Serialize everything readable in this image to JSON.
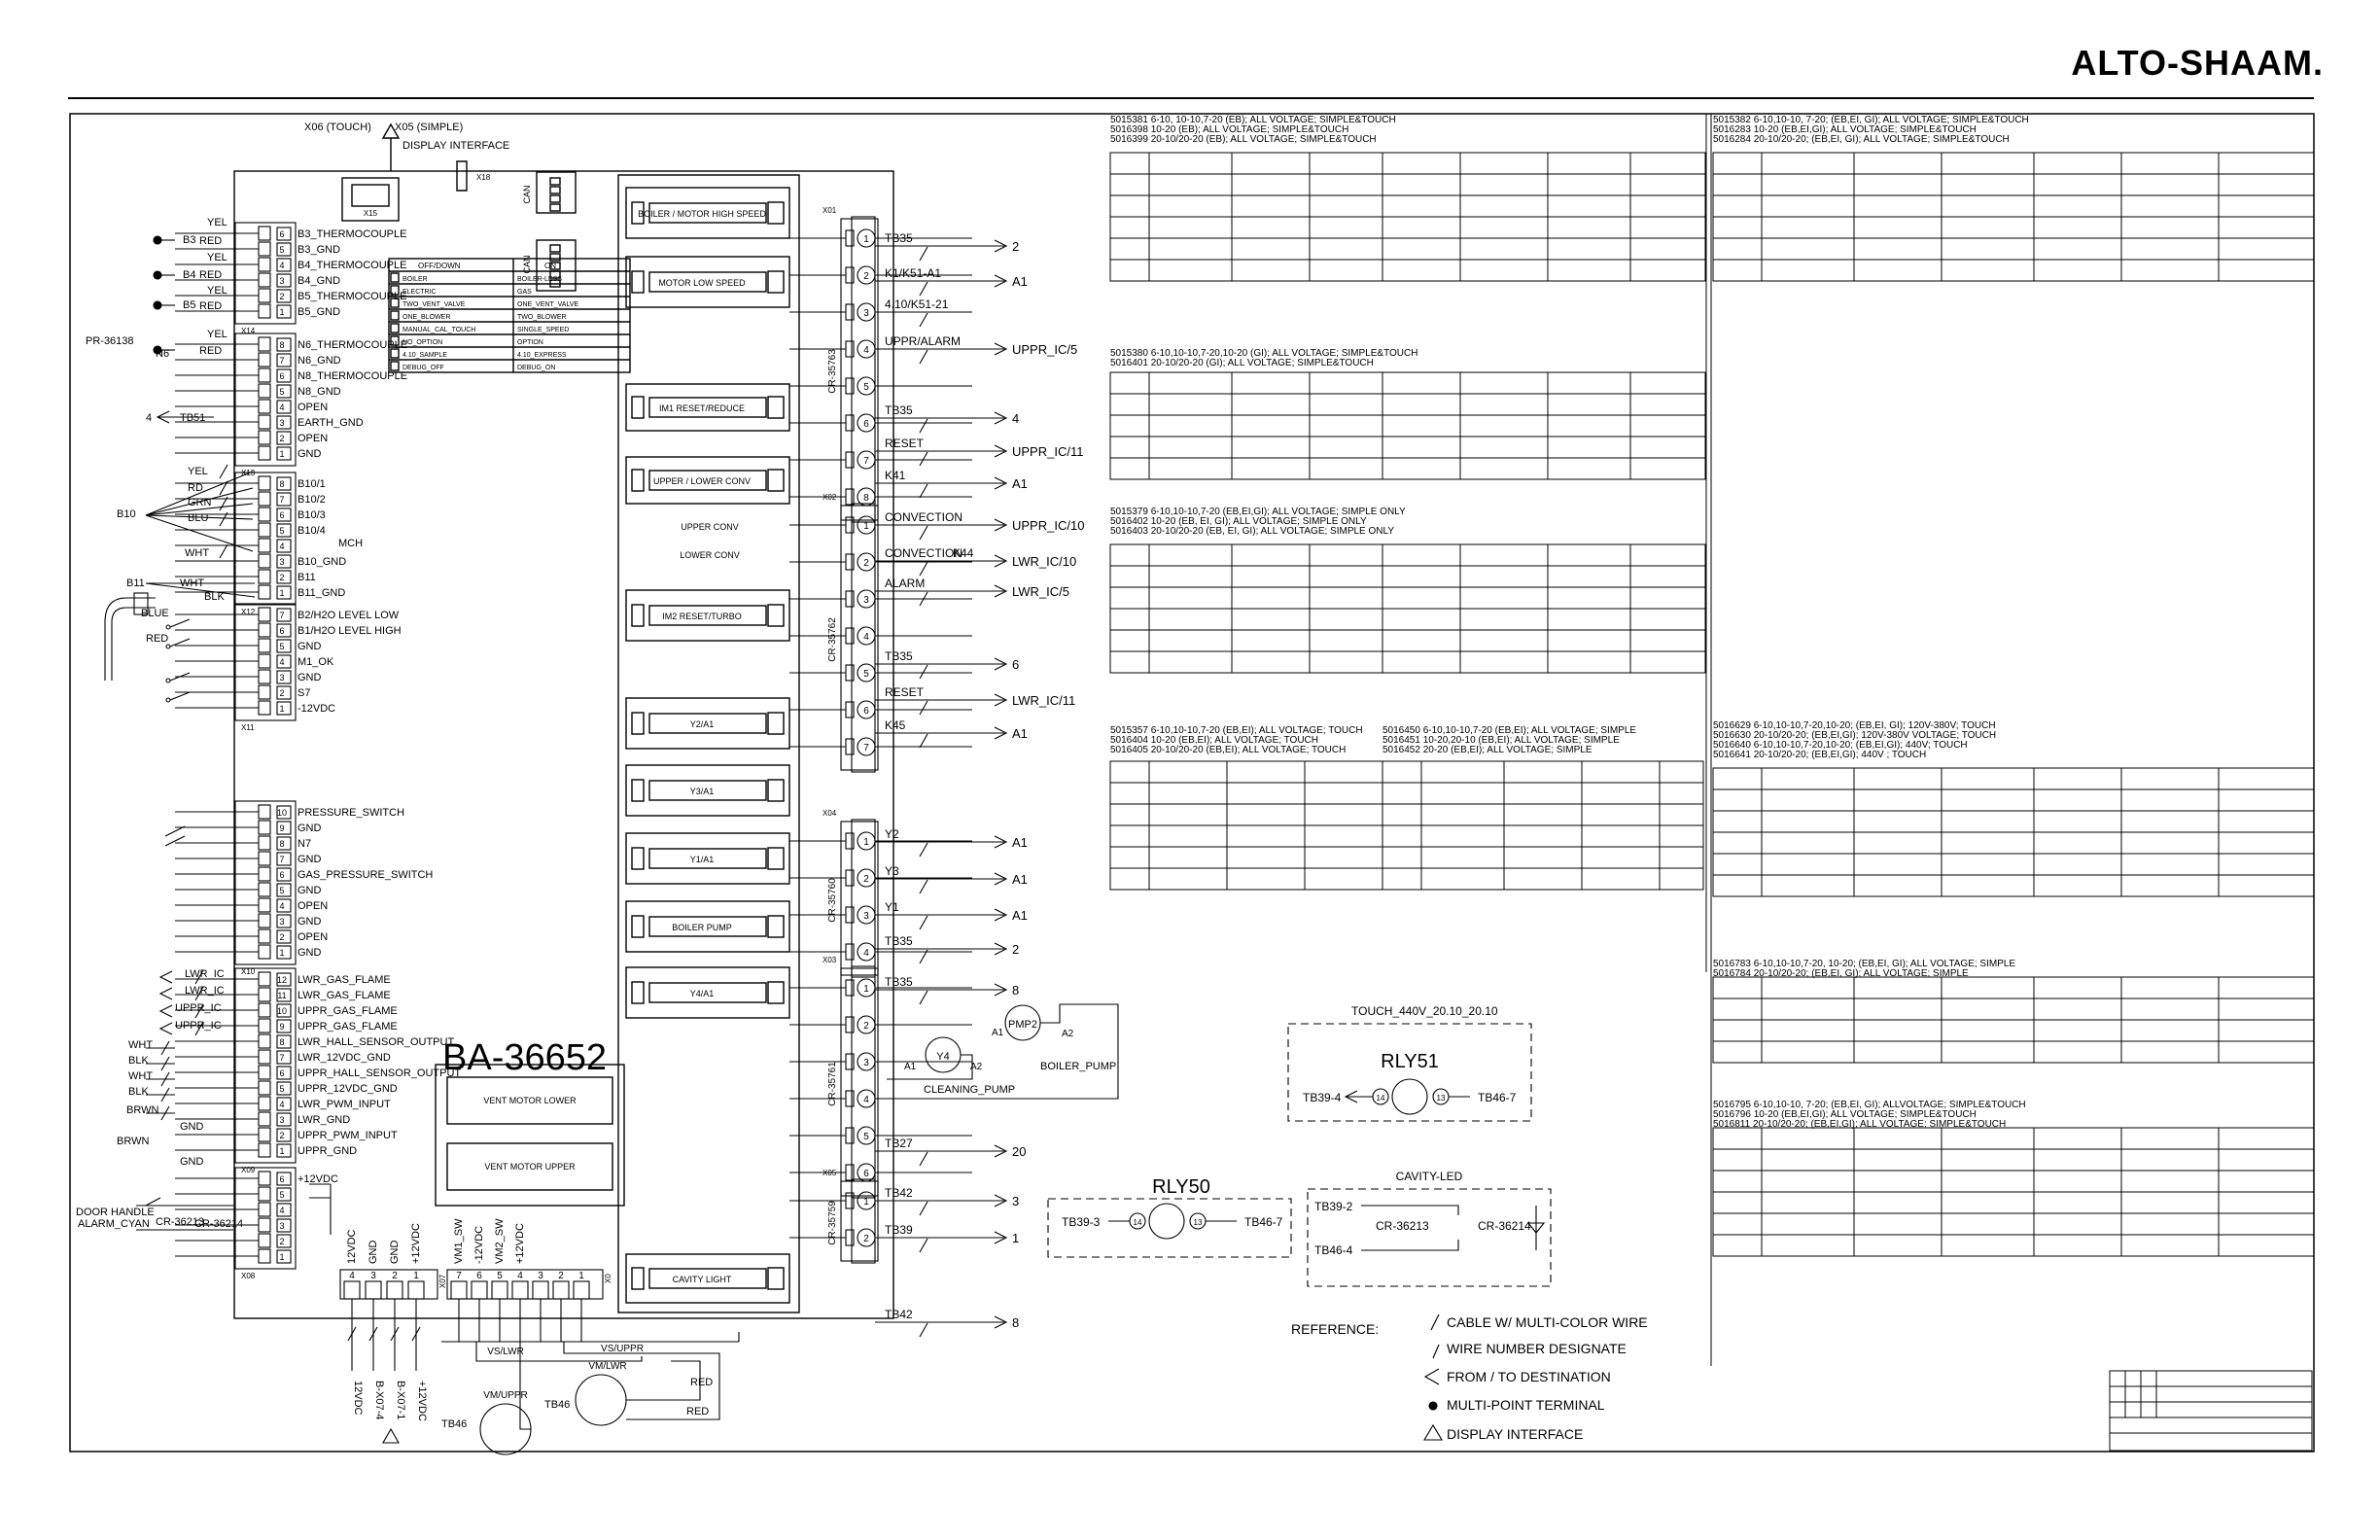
{
  "brand": "ALTO-SHAAM.",
  "board": {
    "id": "BA-36652",
    "display_interface_top": "X06 (TOUCH)",
    "display_interface_top2": "X05 (SIMPLE)",
    "display_interface_label": "DISPLAY INTERFACE",
    "connector_x18": "X18",
    "connector_x15": "X15",
    "can1": "CAN",
    "can2": "CAN"
  },
  "left_connectors": [
    {
      "id": "X14",
      "pins": [
        "6",
        "5",
        "4",
        "3",
        "2",
        "1"
      ],
      "labels": [
        "B3_THERMOCOUPLE",
        "B3_GND",
        "B4_THERMOCOUPLE",
        "B4_GND",
        "B5_THERMOCOUPLE",
        "B5_GND"
      ]
    },
    {
      "id": "X13",
      "pins": [
        "8",
        "7",
        "6",
        "5",
        "4",
        "3",
        "2",
        "1"
      ],
      "labels": [
        "N6_THERMOCOUPLE",
        "N6_GND",
        "N8_THERMOCOUPLE",
        "N8_GND",
        "OPEN",
        "EARTH_GND",
        "OPEN",
        "GND"
      ]
    },
    {
      "id": "X12",
      "pins": [
        "8",
        "7",
        "6",
        "5",
        "4",
        "3",
        "2",
        "1"
      ],
      "labels": [
        "B10/1",
        "B10/2",
        "B10/3",
        "B10/4",
        "",
        "B10_GND",
        "B11",
        "B11_GND"
      ]
    },
    {
      "id": "X11",
      "pins": [
        "7",
        "6",
        "5",
        "4",
        "3",
        "2",
        "1"
      ],
      "labels": [
        "B2/H2O LEVEL LOW",
        "B1/H2O LEVEL HIGH",
        "GND",
        "M1_OK",
        "GND",
        "S7",
        "-12VDC"
      ]
    },
    {
      "id": "X10",
      "pins": [
        "10",
        "9",
        "8",
        "7",
        "6",
        "5",
        "4",
        "3",
        "2",
        "1"
      ],
      "labels": [
        "PRESSURE_SWITCH",
        "GND",
        "N7",
        "GND",
        "GAS_PRESSURE_SWITCH",
        "GND",
        "OPEN",
        "GND",
        "OPEN",
        "GND"
      ]
    },
    {
      "id": "X09",
      "pins": [
        "12",
        "11",
        "10",
        "9",
        "8",
        "7",
        "6",
        "5",
        "4",
        "3",
        "2",
        "1"
      ],
      "labels": [
        "LWR_GAS_FLAME",
        "LWR_GAS_FLAME",
        "UPPR_GAS_FLAME",
        "UPPR_GAS_FLAME",
        "LWR_HALL_SENSOR_OUTPUT",
        "LWR_12VDC_GND",
        "UPPR_HALL_SENSOR_OUTPUT",
        "UPPR_12VDC_GND",
        "LWR_PWM_INPUT",
        "LWR_GND",
        "UPPR_PWM_INPUT",
        "UPPR_GND"
      ]
    },
    {
      "id": "X08",
      "pins": [
        "6",
        "5",
        "4",
        "3",
        "2",
        "1"
      ],
      "labels": [
        "+12VDC",
        "",
        "",
        "",
        "",
        ""
      ]
    }
  ],
  "left_wires": {
    "b3": "B3",
    "b4": "B4",
    "b5": "B5",
    "yel": "YEL",
    "red": "RED",
    "n6": "N6",
    "pr": "PR-36138",
    "tb51": "TB51",
    "four": "4",
    "b10": "B10",
    "b11": "B11",
    "yel2": "YEL",
    "rd": "RD",
    "grn": "GRN",
    "blu": "BLU",
    "wht": "WHT",
    "wht2": "WHT",
    "blk": "BLK",
    "mch": "MCH",
    "blue": "BLUE",
    "red2": "RED",
    "lwr_ic": "LWR_IC",
    "uppr_ic": "UPPR_IC",
    "brwn": "BRWN",
    "gnd": "GND",
    "door": "DOOR HANDLE",
    "alarm": "ALARM_CYAN",
    "cr1": "CR-36213",
    "cr2": "CR-36214",
    "blk2": "BLK",
    "wht3": "WHT",
    "blk3": "BLK",
    "brwn2": "BRWN",
    "gnd2": "GND",
    "gnd3": "GND"
  },
  "dip_table": {
    "headers": [
      "OFF/DOWN",
      "ON"
    ],
    "rows": [
      [
        "BOILER",
        "BOILER-LESS"
      ],
      [
        "ELECTRIC",
        "GAS"
      ],
      [
        "TWO_VENT_VALVE",
        "ONE_VENT_VALVE"
      ],
      [
        "ONE_BLOWER",
        "TWO_BLOWER"
      ],
      [
        "MANUAL_CAL_TOUCH",
        "SINGLE_SPEED"
      ],
      [
        "NO_OPTION",
        "OPTION"
      ],
      [
        "4.10_SAMPLE",
        "4.10_EXPRESS"
      ],
      [
        "DEBUG_OFF",
        "DEBUG_ON"
      ]
    ]
  },
  "relays": [
    "BOILER / MOTOR HIGH SPEED",
    "MOTOR LOW SPEED",
    "IM1 RESET/REDUCE",
    "UPPER / LOWER CONV",
    "IM2 RESET/TURBO",
    "Y2/A1",
    "Y3/A1",
    "Y1/A1",
    "BOILER PUMP",
    "Y4/A1",
    "CAVITY LIGHT"
  ],
  "relay_labels": {
    "upper_conv": "UPPER CONV",
    "lower_conv": "LOWER CONV"
  },
  "vent": [
    "VENT MOTOR LOWER",
    "VENT MOTOR UPPER"
  ],
  "right_connectors": [
    {
      "id": "X01",
      "cr": "CR-35763",
      "pins": [
        "1",
        "2",
        "3",
        "4",
        "5",
        "6",
        "7",
        "8"
      ]
    },
    {
      "id": "X02",
      "cr": "CR-35762",
      "pins": [
        "1",
        "2",
        "3",
        "4",
        "5",
        "6",
        "7"
      ]
    },
    {
      "id": "X04",
      "cr": "CR-35760",
      "pins": [
        "1",
        "2",
        "3",
        "4"
      ]
    },
    {
      "id": "X03",
      "cr": "CR-35761",
      "pins": [
        "1",
        "2",
        "3",
        "4",
        "5",
        "6"
      ]
    },
    {
      "id": "X05",
      "cr": "CR-35759",
      "pins": [
        "1",
        "2"
      ]
    }
  ],
  "right_wires": [
    {
      "from": "TB35",
      "to": "2"
    },
    {
      "from": "K1/K51-A1",
      "to": "A1"
    },
    {
      "from": "4.10/K51-21",
      "to": ""
    },
    {
      "from": "UPPR/ALARM",
      "to": "UPPR_IC/5"
    },
    {
      "from": "TB35",
      "to": "4"
    },
    {
      "from": "RESET",
      "to": "UPPR_IC/11"
    },
    {
      "from": "K41",
      "to": "A1"
    },
    {
      "from": "CONVECTION",
      "to": "UPPR_IC/10"
    },
    {
      "from": "CONVECTION",
      "to": "LWR_IC/10"
    },
    {
      "from": "ALARM",
      "to": "LWR_IC/5"
    },
    {
      "from": "TB35",
      "to": "6"
    },
    {
      "from": "RESET",
      "to": "LWR_IC/11"
    },
    {
      "from": "K45",
      "to": "A1"
    },
    {
      "from": "Y2",
      "to": "A1"
    },
    {
      "from": "Y3",
      "to": "A1"
    },
    {
      "from": "Y1",
      "to": "A1"
    },
    {
      "from": "TB35",
      "to": "2"
    },
    {
      "from": "TB35",
      "to": "8"
    },
    {
      "from": "TB27",
      "to": "20"
    },
    {
      "from": "TB42",
      "to": "3"
    },
    {
      "from": "TB39",
      "to": "1"
    },
    {
      "from": "TB42",
      "to": "8"
    }
  ],
  "right_extra": {
    "k44": "K44",
    "pmp2": "PMP2",
    "y4": "Y4",
    "a1": "A1",
    "a2": "A2",
    "a1b": "A1",
    "a2b": "A2",
    "boiler_pump": "BOILER_PUMP",
    "cleaning_pump": "CLEANING_PUMP"
  },
  "bottom_connectors": {
    "x07_pins": [
      "4",
      "3",
      "2",
      "1"
    ],
    "x07": "X07",
    "x07_labels": [
      "12VDC",
      "GND",
      "GND",
      "+12VDC"
    ],
    "x07_labels2": [
      "12VDC",
      "GND",
      "GND",
      "+12VDC"
    ],
    "xv_pins": [
      "7",
      "6",
      "5",
      "4",
      "3",
      "2",
      "1"
    ],
    "xv": "X0",
    "xv_labels": [
      "VM1_SW",
      "-12VDC",
      "VM2_SW",
      "+12VDC"
    ],
    "vs_lwr": "VS/LWR",
    "vs_uppr": "VS/UPPR",
    "vm_uppr": "VM/UPPR",
    "vm_lwr": "VM/LWR",
    "tb46a": "TB46",
    "tb46b": "TB46",
    "red": "RED",
    "red2": "RED",
    "bottom_wire_labels": [
      "12VDC",
      "B-X07-4",
      "B-X07-1",
      "+12VDC"
    ]
  },
  "relay_blocks": {
    "rly51_title": "TOUCH_440V_20.10_20.10",
    "rly51": "RLY51",
    "rly51_left": "TB39-4",
    "rly51_right": "TB46-7",
    "rly51_n1": "14",
    "rly51_n2": "13",
    "rly50": "RLY50",
    "rly50_left": "TB39-3",
    "rly50_right": "TB46-7",
    "rly50_n1": "14",
    "rly50_n2": "13",
    "cavity_led": "CAVITY-LED",
    "cled_tb1": "TB39-2",
    "cled_tb2": "TB46-4",
    "cled_cr1": "CR-36213",
    "cled_cr2": "CR-36214"
  },
  "reference": {
    "title": "REFERENCE:",
    "items": [
      "CABLE W/ MULTI-COLOR WIRE",
      "WIRE NUMBER DESIGNATE",
      "FROM / TO DESTINATION",
      "MULTI-POINT TERMINAL",
      "DISPLAY INTERFACE"
    ]
  },
  "tables": [
    {
      "lines": [
        "5015381 6-10, 10-10,7-20 (EB); ALL VOLTAGE;  SIMPLE&TOUCH",
        "5016398 10-20 (EB);          ALL VOLTAGE;  SIMPLE&TOUCH",
        "5016399 20-10/20-20 (EB);    ALL VOLTAGE;  SIMPLE&TOUCH"
      ]
    },
    {
      "lines": [
        "5015380 6-10,10-10,7-20,10-20 (GI); ALL VOLTAGE;   SIMPLE&TOUCH",
        "5016401 20-10/20-20          (GI); ALL VOLTAGE;   SIMPLE&TOUCH"
      ]
    },
    {
      "lines": [
        "5015379 6-10,10-10,7-20 (EB,EI,GI);  ALL VOLTAGE; SIMPLE ONLY",
        "5016402 10-20              (EB, EI, GI); ALL VOLTAGE; SIMPLE ONLY",
        "5016403 20-10/20-20        (EB, EI, GI); ALL VOLTAGE; SIMPLE ONLY"
      ]
    },
    {
      "lines": [
        "5015357 6-10,10-10,7-20 (EB,EI); ALL VOLTAGE; TOUCH",
        "5016404 10-20          (EB,EI); ALL VOLTAGE; TOUCH",
        "5016405 20-10/20-20  (EB,EI); ALL VOLTAGE; TOUCH"
      ]
    },
    {
      "lines": [
        "5016450 6-10,10-10,7-20 (EB,EI); ALL VOLTAGE; SIMPLE",
        "5016451 10-20,20-10    (EB,EI);  ALL VOLTAGE; SIMPLE",
        "5016452 20-20             (EB,EI);  ALL VOLTAGE; SIMPLE"
      ]
    },
    {
      "lines": [
        "5015382  6-10,10-10, 7-20; (EB,EI, GI); ALL VOLTAGE; SIMPLE&TOUCH",
        "5016283 10-20              (EB,EI,GI); ALL VOLTAGE; SIMPLE&TOUCH",
        "5016284  20-10/20-20;    (EB,EI, GI); ALL VOLTAGE; SIMPLE&TOUCH"
      ]
    },
    {
      "lines": [
        "5016629  6-10,10-10,7-20,10-20; (EB,EI, GI); 120V-380V; TOUCH",
        "5016630  20-10/20-20;          (EB,EI,GI); 120V-380V VOLTAGE; TOUCH",
        "5016640  6-10,10-10,7-20,10-20; (EB,EI,GI); 440V; TOUCH",
        "5016641  20-10/20-20;          (EB,EI,GI); 440V ; TOUCH"
      ]
    },
    {
      "lines": [
        "5016783  6-10,10-10,7-20, 10-20; (EB,EI, GI); ALL VOLTAGE; SIMPLE",
        "5016784  20-10/20-20;              (EB,EI, GI); ALL VOLTAGE; SIMPLE"
      ]
    },
    {
      "lines": [
        "5016795  6-10,10-10, 7-20; (EB,EI, GI); ALLVOLTAGE; SIMPLE&TOUCH",
        "5016796  10-20              (EB,EI,GI); ALL VOLTAGE; SIMPLE&TOUCH",
        "5016811  20-10/20-20;    (EB,EI,GI); ALL VOLTAGE; SIMPLE&TOUCH"
      ]
    }
  ]
}
